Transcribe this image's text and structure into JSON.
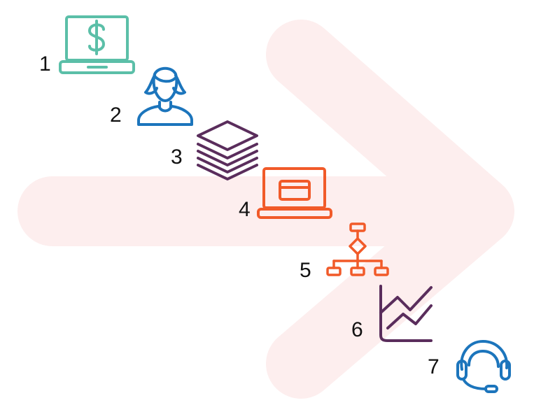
{
  "steps": [
    {
      "number": "1",
      "icon": "laptop-dollar-icon",
      "color": "#5bbfa8"
    },
    {
      "number": "2",
      "icon": "person-icon",
      "color": "#1c75bc"
    },
    {
      "number": "3",
      "icon": "layers-icon",
      "color": "#5a2d5c"
    },
    {
      "number": "4",
      "icon": "laptop-card-icon",
      "color": "#f15a29"
    },
    {
      "number": "5",
      "icon": "flowchart-icon",
      "color": "#f15a29"
    },
    {
      "number": "6",
      "icon": "line-chart-icon",
      "color": "#5a2d5c"
    },
    {
      "number": "7",
      "icon": "headset-icon",
      "color": "#1c75bc"
    }
  ],
  "background": {
    "icon": "chevron-arrow-icon",
    "color": "#fdeeee"
  }
}
